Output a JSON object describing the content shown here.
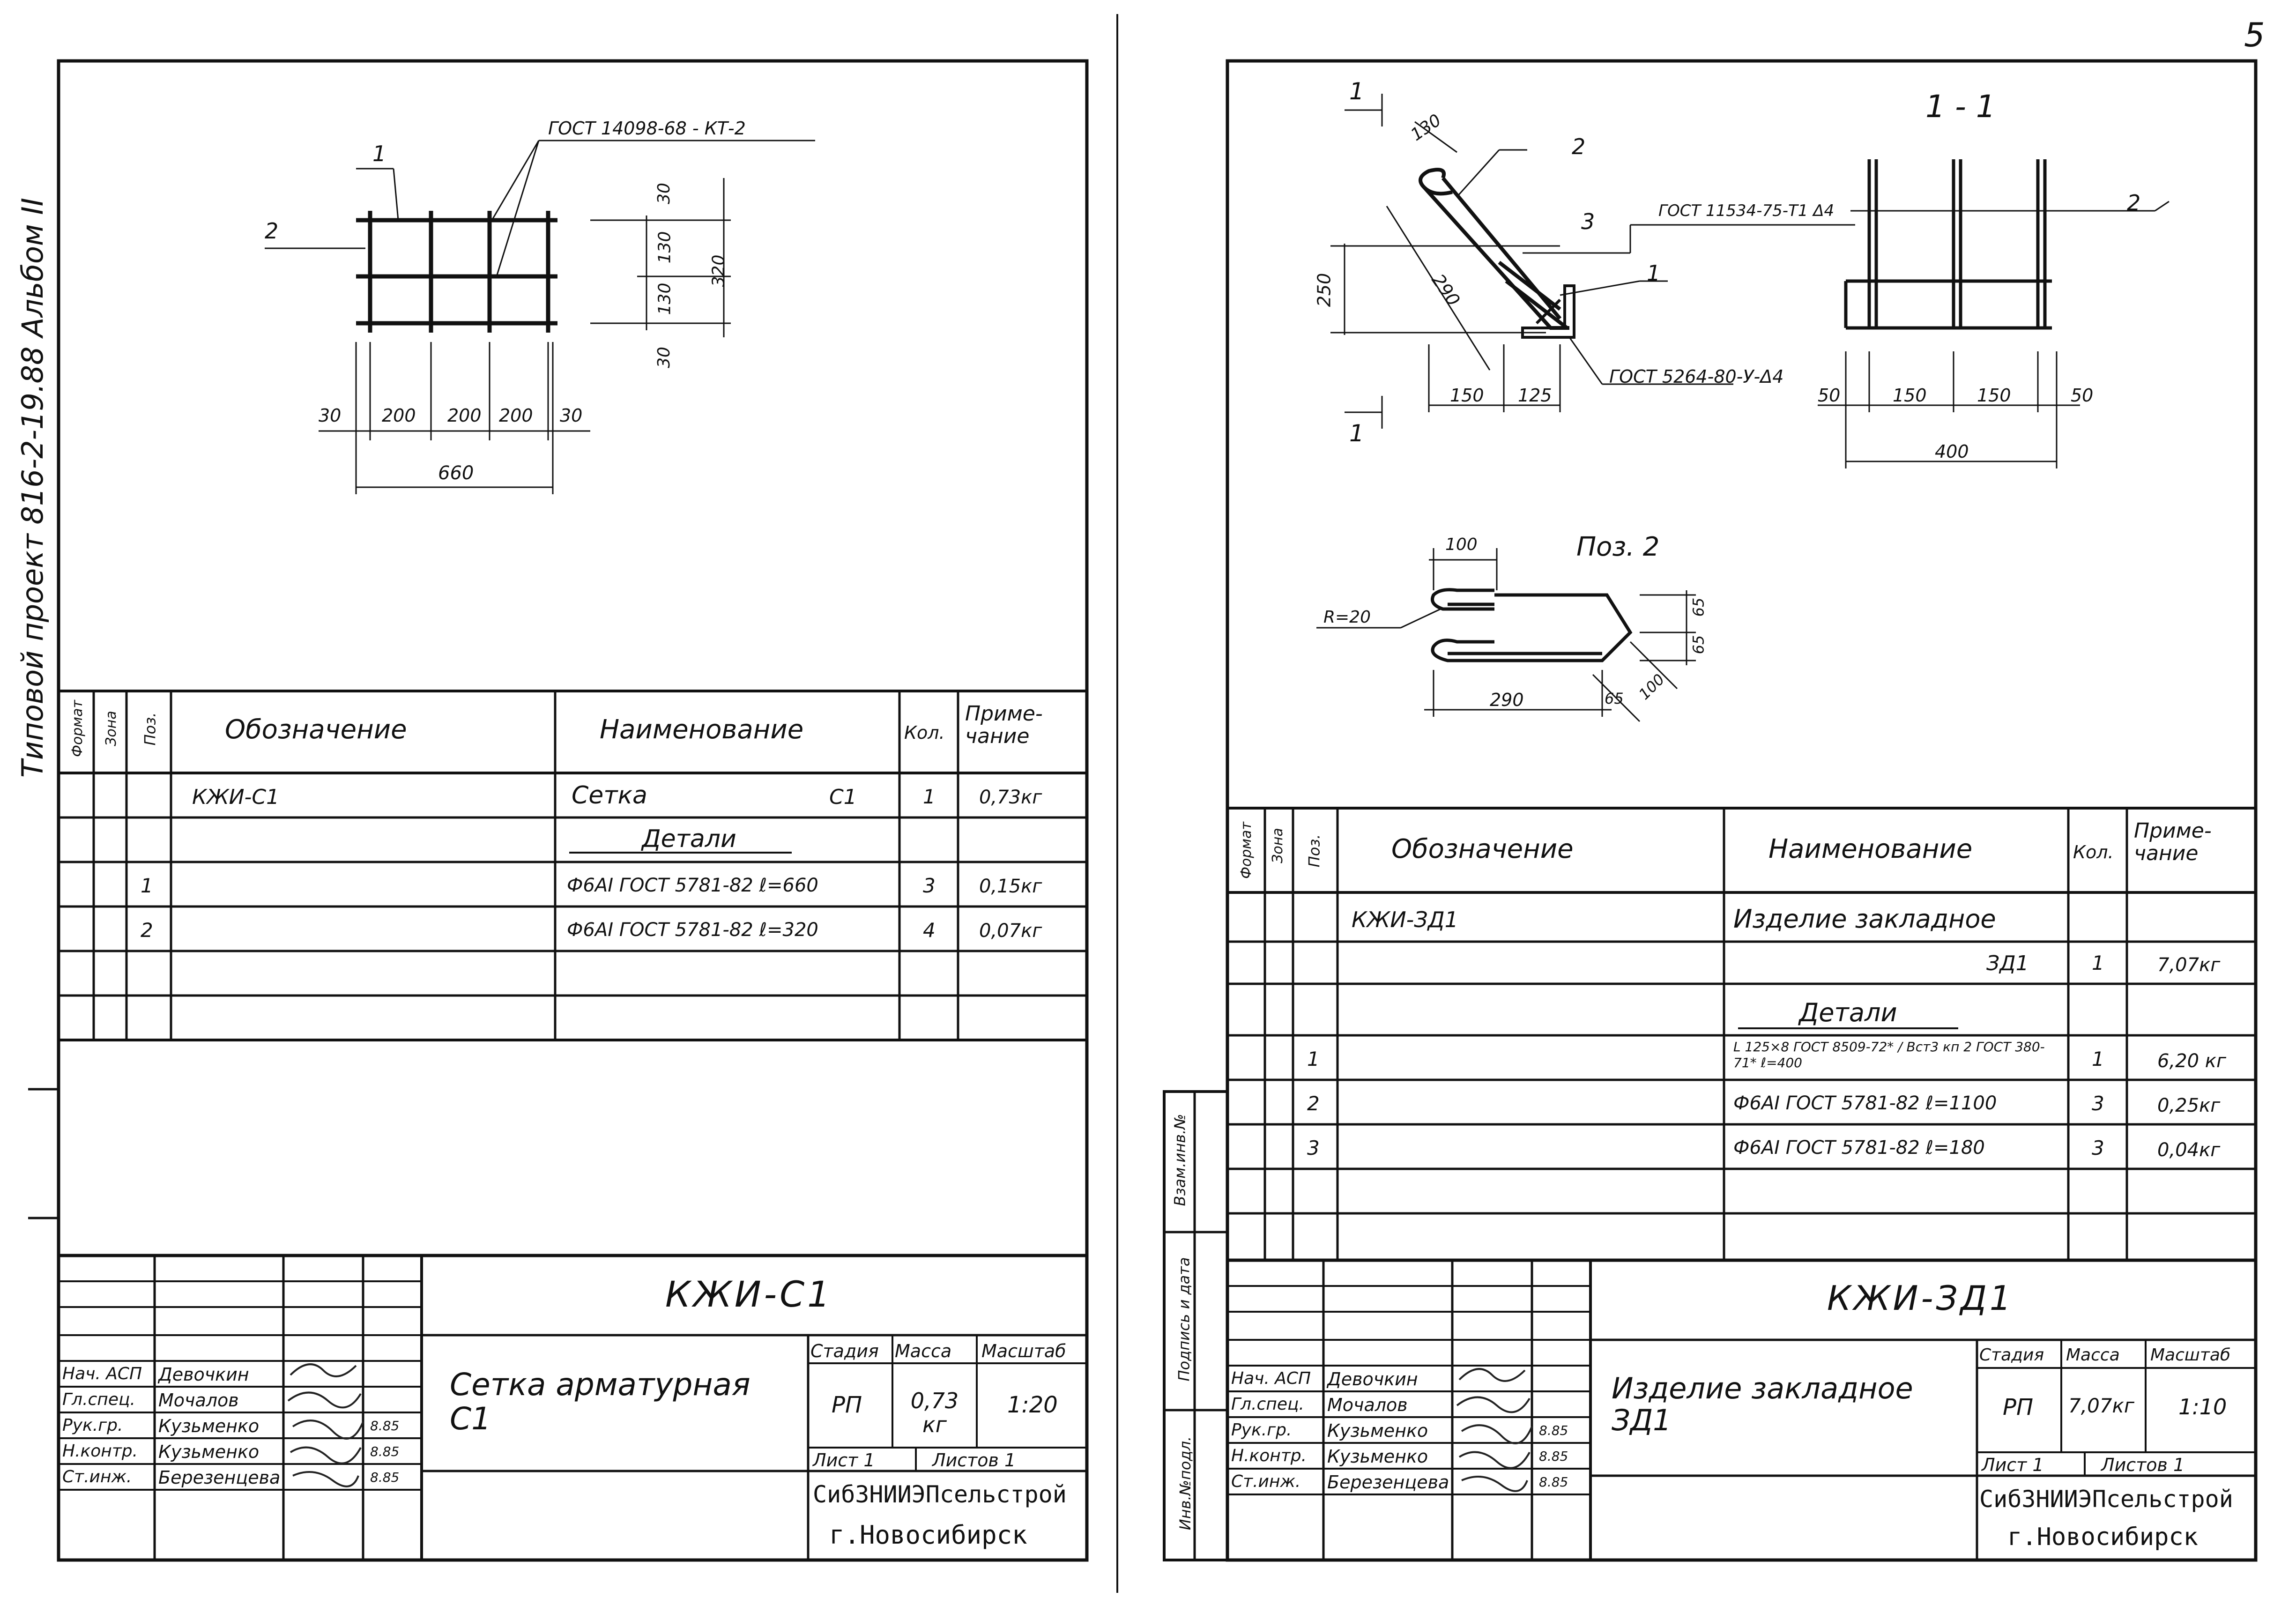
{
  "page_number": "5",
  "left_side_text": "Типовой проект 816-2-19.88 Альбом II",
  "left_sheet": {
    "drawing": {
      "gost_note": "ГОСТ 14098-68 - КТ-2",
      "labels": [
        "1",
        "2"
      ],
      "dims_bottom": [
        "30",
        "200",
        "200",
        "200",
        "30"
      ],
      "dim_total": "660",
      "dims_right": [
        "30",
        "130",
        "130",
        "30"
      ],
      "dim_right_total": "320"
    },
    "spec": {
      "headers": {
        "format": "Формат",
        "zone": "Зона",
        "pos": "Поз.",
        "designation": "Обозначение",
        "name": "Наименование",
        "qty": "Кол.",
        "note": "Приме-чание"
      },
      "rows": [
        {
          "pos": "",
          "designation": "КЖИ-С1",
          "name": "Сетка",
          "name_suffix": "С1",
          "qty": "1",
          "note": "0,73кг"
        },
        {
          "pos": "",
          "designation": "",
          "name": "Детали",
          "name_suffix": "",
          "qty": "",
          "note": ""
        },
        {
          "pos": "1",
          "designation": "",
          "name": "Ф6АI ГОСТ 5781-82  ℓ=660",
          "name_suffix": "",
          "qty": "3",
          "note": "0,15кг"
        },
        {
          "pos": "2",
          "designation": "",
          "name": "Ф6АI ГОСТ 5781-82  ℓ=320",
          "name_suffix": "",
          "qty": "4",
          "note": "0,07кг"
        }
      ]
    },
    "title_block": {
      "code": "КЖИ-С1",
      "title": "Сетка арматурная С1",
      "stage_label": "Стадия",
      "mass_label": "Масса",
      "scale_label": "Масштаб",
      "stage": "РП",
      "mass": "0,73 кг",
      "scale": "1:20",
      "sheet": "Лист 1",
      "sheets": "Листов 1",
      "org1": "СибЗНИИЭПсельстрой",
      "org2": "г.Новосибирск",
      "people": [
        {
          "role": "Нач. АСП",
          "name": "Девочкин",
          "date": ""
        },
        {
          "role": "Гл.спец.",
          "name": "Мочалов",
          "date": ""
        },
        {
          "role": "Рук.гр.",
          "name": "Кузьменко",
          "date": "8.85"
        },
        {
          "role": "Н.контр.",
          "name": "Кузьменко",
          "date": "8.85"
        },
        {
          "role": "Ст.инж.",
          "name": "Березенцева",
          "date": "8.85"
        }
      ]
    }
  },
  "right_sheet": {
    "drawing": {
      "section_mark": "1",
      "section_title": "1 - 1",
      "labels": [
        "1",
        "2",
        "3"
      ],
      "gost_top": "ГОСТ 11534-75-Т1 Δ4",
      "gost_bottom": "ГОСТ 5264-80-У-Δ4",
      "dims_elev": [
        "130",
        "250",
        "290",
        "150",
        "125"
      ],
      "dims_section": [
        "50",
        "150",
        "150",
        "50"
      ],
      "dim_section_total": "400",
      "pos2_title": "Поз. 2",
      "pos2_dims": [
        "100",
        "R=20",
        "65",
        "65",
        "290",
        "65",
        "100"
      ]
    },
    "spec": {
      "headers": {
        "format": "Формат",
        "zone": "Зона",
        "pos": "Поз.",
        "designation": "Обозначение",
        "name": "Наименование",
        "qty": "Кол.",
        "note": "Приме-чание"
      },
      "rows": [
        {
          "pos": "",
          "designation": "КЖИ-ЗД1",
          "name": "Изделие закладное",
          "qty": "",
          "note": ""
        },
        {
          "pos": "",
          "designation": "",
          "name": "ЗД1",
          "qty": "1",
          "note": "7,07кг"
        },
        {
          "pos": "",
          "designation": "",
          "name": "Детали",
          "qty": "",
          "note": ""
        },
        {
          "pos": "1",
          "designation": "",
          "name": "L 125×8 ГОСТ 8509-72* / Вст3 кп 2 ГОСТ 380-71* ℓ=400",
          "qty": "1",
          "note": "6,20 кг"
        },
        {
          "pos": "2",
          "designation": "",
          "name": "Ф6АI ГОСТ 5781-82  ℓ=1100",
          "qty": "3",
          "note": "0,25кг"
        },
        {
          "pos": "3",
          "designation": "",
          "name": "Ф6АI ГОСТ 5781-82  ℓ=180",
          "qty": "3",
          "note": "0,04кг"
        }
      ]
    },
    "side_stamp": [
      "Взам.инв.№",
      "Подпись и дата",
      "Инв.№подл."
    ],
    "title_block": {
      "code": "КЖИ-ЗД1",
      "title": "Изделие закладное ЗД1",
      "stage_label": "Стадия",
      "mass_label": "Масса",
      "scale_label": "Масштаб",
      "stage": "РП",
      "mass": "7,07кг",
      "scale": "1:10",
      "sheet": "Лист 1",
      "sheets": "Листов 1",
      "org1": "СибЗНИИЭПсельстрой",
      "org2": "г.Новосибирск",
      "people": [
        {
          "role": "Нач. АСП",
          "name": "Девочкин",
          "date": ""
        },
        {
          "role": "Гл.спец.",
          "name": "Мочалов",
          "date": ""
        },
        {
          "role": "Рук.гр.",
          "name": "Кузьменко",
          "date": "8.85"
        },
        {
          "role": "Н.контр.",
          "name": "Кузьменко",
          "date": "8.85"
        },
        {
          "role": "Ст.инж.",
          "name": "Березенцева",
          "date": "8.85"
        }
      ]
    }
  }
}
